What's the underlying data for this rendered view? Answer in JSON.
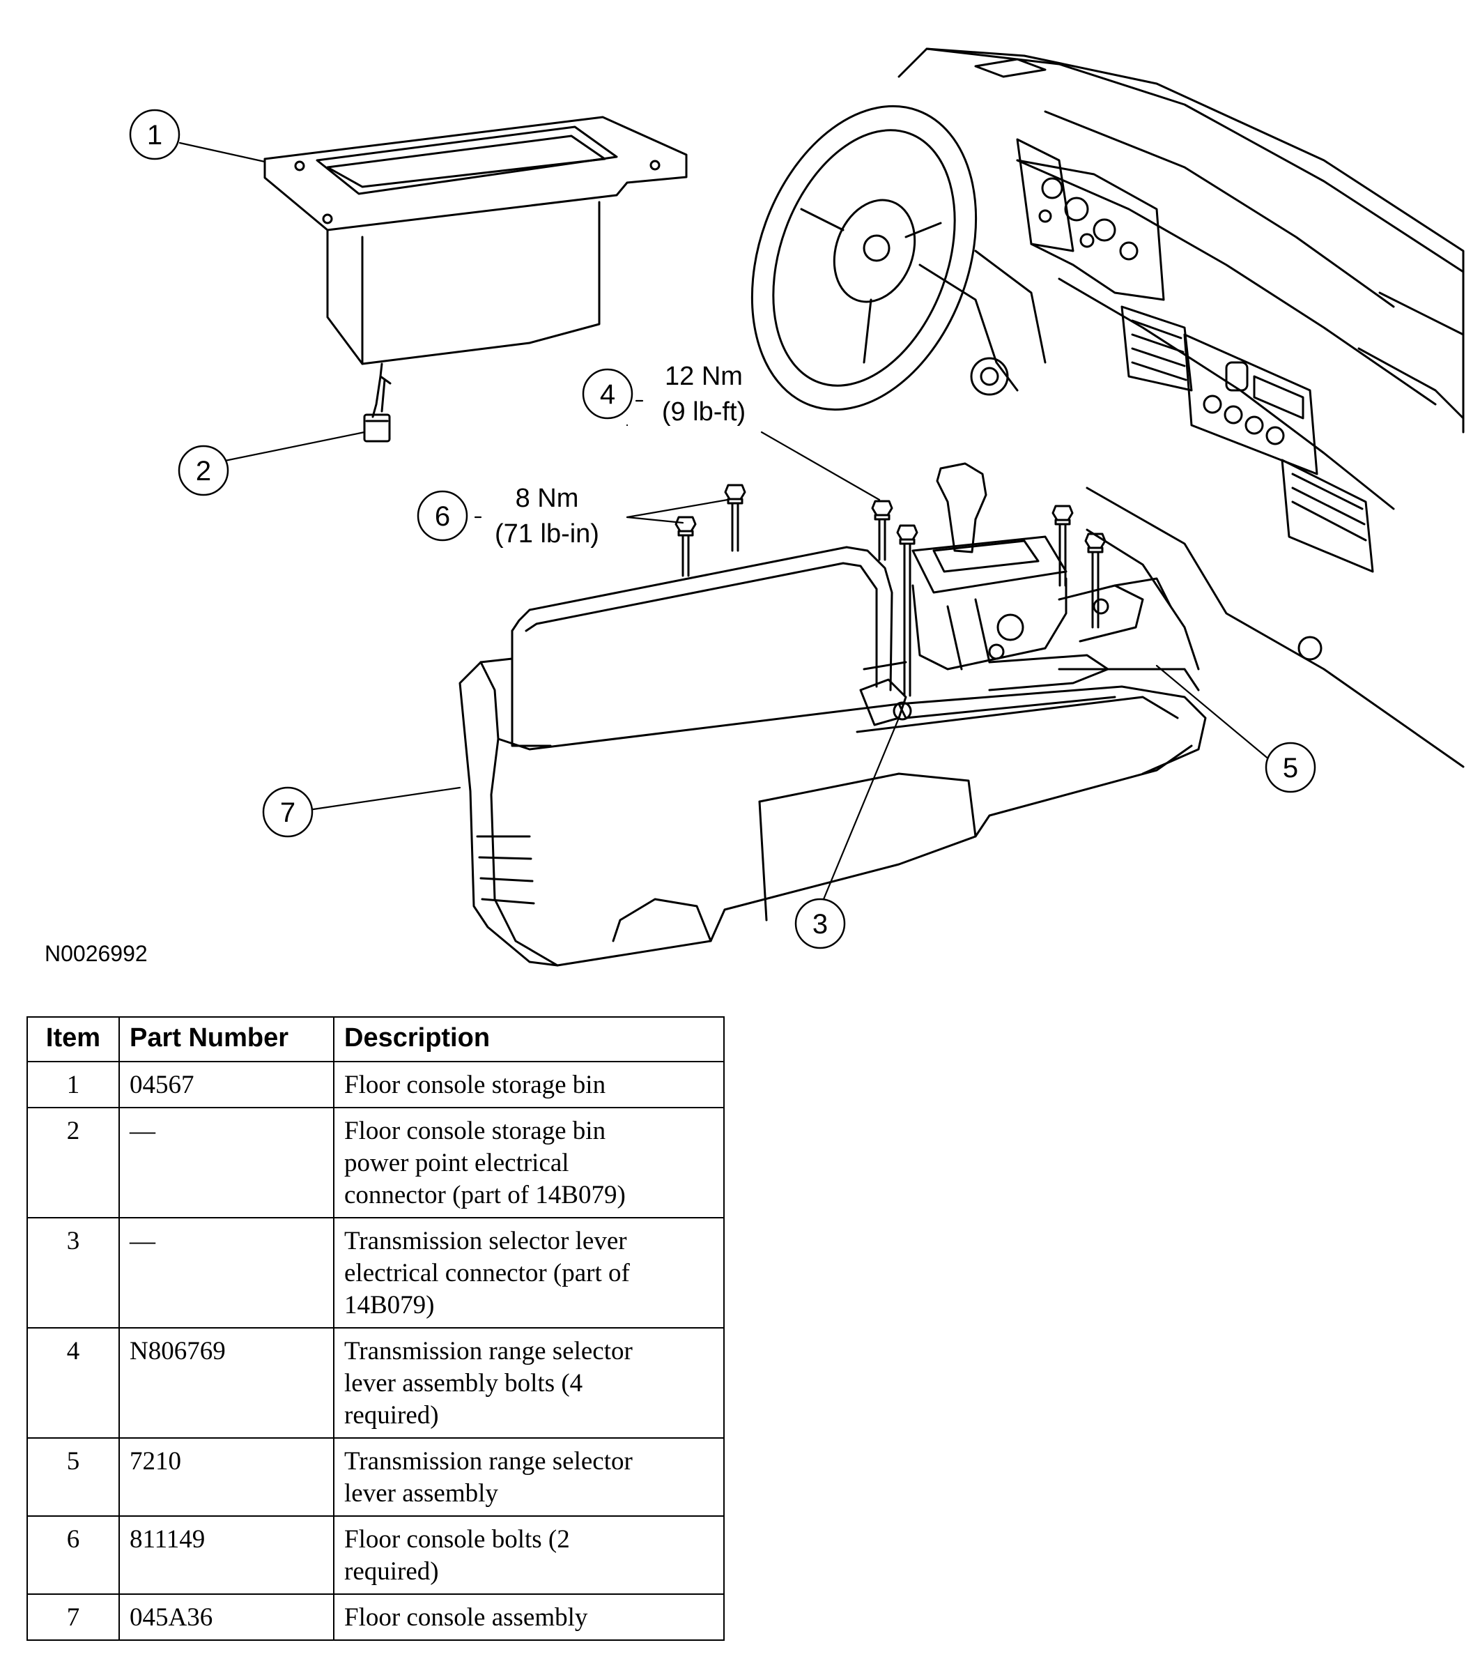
{
  "figure_id": "N0026992",
  "callouts": [
    {
      "id": "callout-1",
      "label": "1"
    },
    {
      "id": "callout-2",
      "label": "2"
    },
    {
      "id": "callout-3",
      "label": "3"
    },
    {
      "id": "callout-4",
      "label": "4"
    },
    {
      "id": "callout-5",
      "label": "5"
    },
    {
      "id": "callout-6",
      "label": "6"
    },
    {
      "id": "callout-7",
      "label": "7"
    }
  ],
  "torque_specs": {
    "item4": {
      "metric": "12 Nm",
      "imperial": "(9 lb-ft)"
    },
    "item6": {
      "metric": "8 Nm",
      "imperial": "(71 lb-in)"
    }
  },
  "parts_table": {
    "headers": [
      "Item",
      "Part Number",
      "Description"
    ],
    "rows": [
      {
        "item": "1",
        "part_number": "04567",
        "description": [
          "Floor console storage bin"
        ]
      },
      {
        "item": "2",
        "part_number": "—",
        "description": [
          "Floor console storage bin",
          "power point electrical",
          "connector (part of 14B079)"
        ]
      },
      {
        "item": "3",
        "part_number": "—",
        "description": [
          "Transmission selector lever",
          "electrical connector (part of",
          "14B079)"
        ]
      },
      {
        "item": "4",
        "part_number": "N806769",
        "description": [
          "Transmission range selector",
          "lever assembly bolts (4",
          "required)"
        ]
      },
      {
        "item": "5",
        "part_number": "7210",
        "description": [
          "Transmission range selector",
          "lever assembly"
        ]
      },
      {
        "item": "6",
        "part_number": "811149",
        "description": [
          "Floor console bolts (2",
          "required)"
        ]
      },
      {
        "item": "7",
        "part_number": "045A36",
        "description": [
          "Floor console assembly"
        ]
      }
    ]
  }
}
